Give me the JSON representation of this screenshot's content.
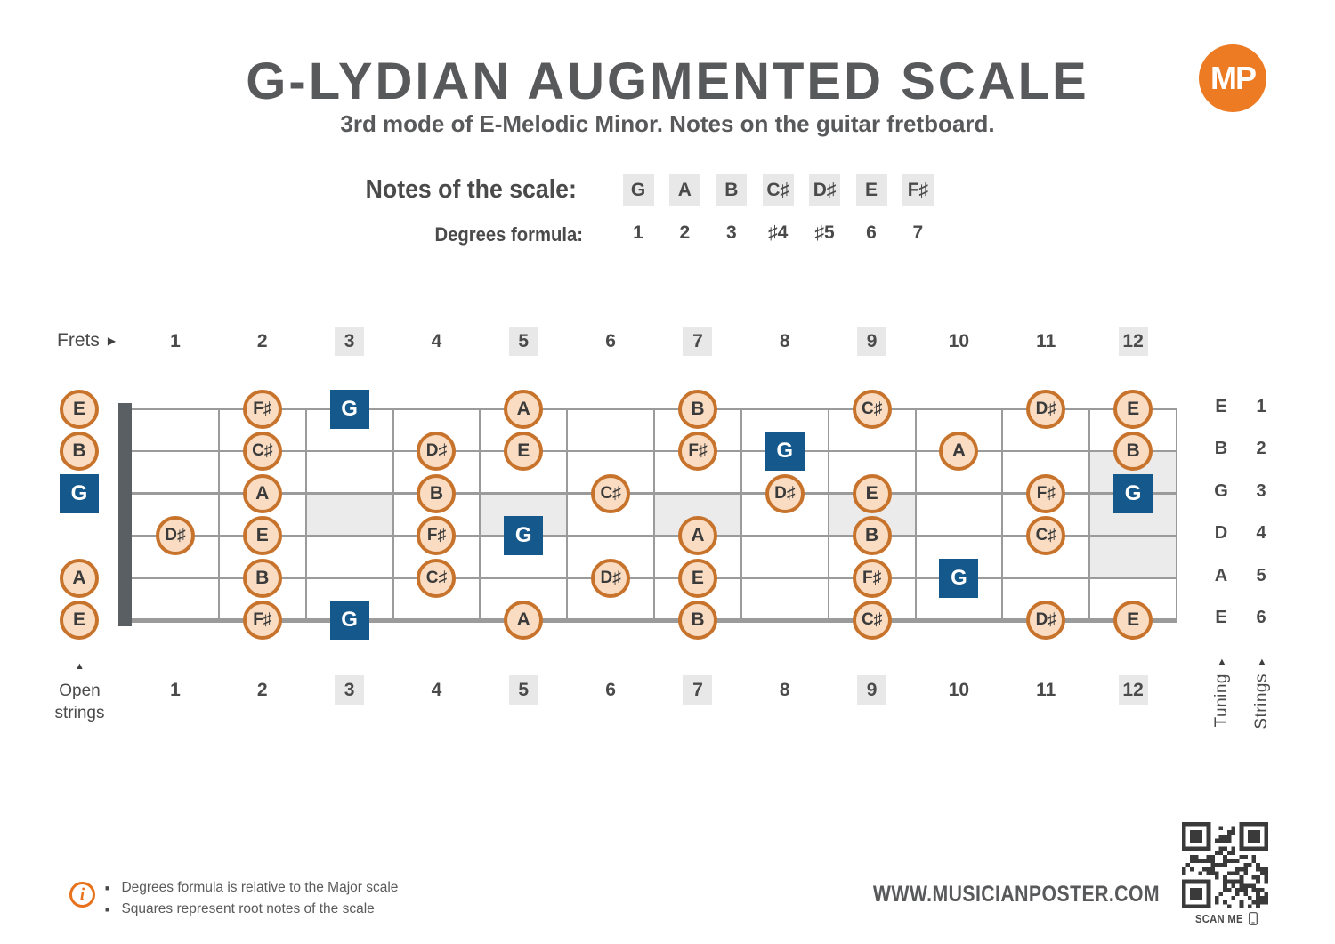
{
  "title": "G-LYDIAN AUGMENTED SCALE",
  "subtitle": "3rd mode of E-Melodic Minor. Notes on the guitar fretboard.",
  "logo": {
    "text": "MP"
  },
  "scale": {
    "notes_label": "Notes of the scale:",
    "notes": [
      "G",
      "A",
      "B",
      "C♯",
      "D♯",
      "E",
      "F♯"
    ],
    "degrees_label": "Degrees formula:",
    "degrees": [
      "1",
      "2",
      "3",
      "♯4",
      "♯5",
      "6",
      "7"
    ]
  },
  "fretboard": {
    "frets_label": "Frets",
    "fret_numbers": [
      "1",
      "2",
      "3",
      "4",
      "5",
      "6",
      "7",
      "8",
      "9",
      "10",
      "11",
      "12"
    ],
    "marked_frets": [
      3,
      5,
      7,
      9,
      12
    ],
    "open_strings_label": "Open strings",
    "tuning_label": "Tuning",
    "strings_label": "Strings",
    "strings": [
      {
        "number": "1",
        "tuning": "E",
        "open": {
          "note": "E",
          "root": false
        },
        "notes": [
          {
            "fret": 2,
            "note": "F♯",
            "root": false
          },
          {
            "fret": 3,
            "note": "G",
            "root": true
          },
          {
            "fret": 5,
            "note": "A",
            "root": false
          },
          {
            "fret": 7,
            "note": "B",
            "root": false
          },
          {
            "fret": 9,
            "note": "C♯",
            "root": false
          },
          {
            "fret": 11,
            "note": "D♯",
            "root": false
          },
          {
            "fret": 12,
            "note": "E",
            "root": false
          }
        ]
      },
      {
        "number": "2",
        "tuning": "B",
        "open": {
          "note": "B",
          "root": false
        },
        "notes": [
          {
            "fret": 2,
            "note": "C♯",
            "root": false
          },
          {
            "fret": 4,
            "note": "D♯",
            "root": false
          },
          {
            "fret": 5,
            "note": "E",
            "root": false
          },
          {
            "fret": 7,
            "note": "F♯",
            "root": false
          },
          {
            "fret": 8,
            "note": "G",
            "root": true
          },
          {
            "fret": 10,
            "note": "A",
            "root": false
          },
          {
            "fret": 12,
            "note": "B",
            "root": false
          }
        ]
      },
      {
        "number": "3",
        "tuning": "G",
        "open": {
          "note": "G",
          "root": true
        },
        "notes": [
          {
            "fret": 2,
            "note": "A",
            "root": false
          },
          {
            "fret": 4,
            "note": "B",
            "root": false
          },
          {
            "fret": 6,
            "note": "C♯",
            "root": false
          },
          {
            "fret": 8,
            "note": "D♯",
            "root": false
          },
          {
            "fret": 9,
            "note": "E",
            "root": false
          },
          {
            "fret": 11,
            "note": "F♯",
            "root": false
          },
          {
            "fret": 12,
            "note": "G",
            "root": true
          }
        ]
      },
      {
        "number": "4",
        "tuning": "D",
        "open": null,
        "notes": [
          {
            "fret": 1,
            "note": "D♯",
            "root": false
          },
          {
            "fret": 2,
            "note": "E",
            "root": false
          },
          {
            "fret": 4,
            "note": "F♯",
            "root": false
          },
          {
            "fret": 5,
            "note": "G",
            "root": true
          },
          {
            "fret": 7,
            "note": "A",
            "root": false
          },
          {
            "fret": 9,
            "note": "B",
            "root": false
          },
          {
            "fret": 11,
            "note": "C♯",
            "root": false
          }
        ]
      },
      {
        "number": "5",
        "tuning": "A",
        "open": {
          "note": "A",
          "root": false
        },
        "notes": [
          {
            "fret": 2,
            "note": "B",
            "root": false
          },
          {
            "fret": 4,
            "note": "C♯",
            "root": false
          },
          {
            "fret": 6,
            "note": "D♯",
            "root": false
          },
          {
            "fret": 7,
            "note": "E",
            "root": false
          },
          {
            "fret": 9,
            "note": "F♯",
            "root": false
          },
          {
            "fret": 10,
            "note": "G",
            "root": true
          }
        ]
      },
      {
        "number": "6",
        "tuning": "E",
        "open": {
          "note": "E",
          "root": false
        },
        "notes": [
          {
            "fret": 2,
            "note": "F♯",
            "root": false
          },
          {
            "fret": 3,
            "note": "G",
            "root": true
          },
          {
            "fret": 5,
            "note": "A",
            "root": false
          },
          {
            "fret": 7,
            "note": "B",
            "root": false
          },
          {
            "fret": 9,
            "note": "C♯",
            "root": false
          },
          {
            "fret": 11,
            "note": "D♯",
            "root": false
          },
          {
            "fret": 12,
            "note": "E",
            "root": false
          }
        ]
      }
    ]
  },
  "legend": {
    "items": [
      "Degrees formula is relative to the Major scale",
      "Squares represent root notes of the scale"
    ]
  },
  "footer": {
    "website": "WWW.MUSICIANPOSTER.COM",
    "scan_label": "SCAN ME"
  },
  "colors": {
    "accent_orange": "#ED7B23",
    "note_fill": "#F9DCC1",
    "note_border": "#C8732C",
    "root_blue": "#15598C",
    "highlight_gray": "#E8E8E8",
    "marker_gray": "#EBEBEB",
    "line_gray": "#9B9B9B",
    "nut_gray": "#5A5F64",
    "title_gray": "#58595B",
    "text_dark": "#4A4A4A"
  },
  "chart_data": {
    "type": "table",
    "title": "G-LYDIAN AUGMENTED SCALE",
    "subtitle": "3rd mode of E-Melodic Minor. Notes on the guitar fretboard.",
    "scale_notes": [
      "G",
      "A",
      "B",
      "C♯",
      "D♯",
      "E",
      "F♯"
    ],
    "degrees_formula": [
      "1",
      "2",
      "3",
      "♯4",
      "♯5",
      "6",
      "7"
    ],
    "tuning_high_to_low": [
      "E",
      "B",
      "G",
      "D",
      "A",
      "E"
    ],
    "fret_range": [
      0,
      12
    ],
    "marked_frets": [
      3,
      5,
      7,
      9,
      12
    ],
    "positions_fret_by_string": {
      "string1_E": {
        "0": "E",
        "2": "F♯",
        "3": "G*",
        "5": "A",
        "7": "B",
        "9": "C♯",
        "11": "D♯",
        "12": "E"
      },
      "string2_B": {
        "0": "B",
        "2": "C♯",
        "4": "D♯",
        "5": "E",
        "7": "F♯",
        "8": "G*",
        "10": "A",
        "12": "B"
      },
      "string3_G": {
        "0": "G*",
        "2": "A",
        "4": "B",
        "6": "C♯",
        "8": "D♯",
        "9": "E",
        "11": "F♯",
        "12": "G*"
      },
      "string4_D": {
        "1": "D♯",
        "2": "E",
        "4": "F♯",
        "5": "G*",
        "7": "A",
        "9": "B",
        "11": "C♯"
      },
      "string5_A": {
        "0": "A",
        "2": "B",
        "4": "C♯",
        "6": "D♯",
        "7": "E",
        "9": "F♯",
        "10": "G*"
      },
      "string6_E": {
        "0": "E",
        "2": "F♯",
        "3": "G*",
        "5": "A",
        "7": "B",
        "9": "C♯",
        "11": "D♯",
        "12": "E"
      }
    },
    "note_legend": "* = root note (shown as blue square)"
  }
}
